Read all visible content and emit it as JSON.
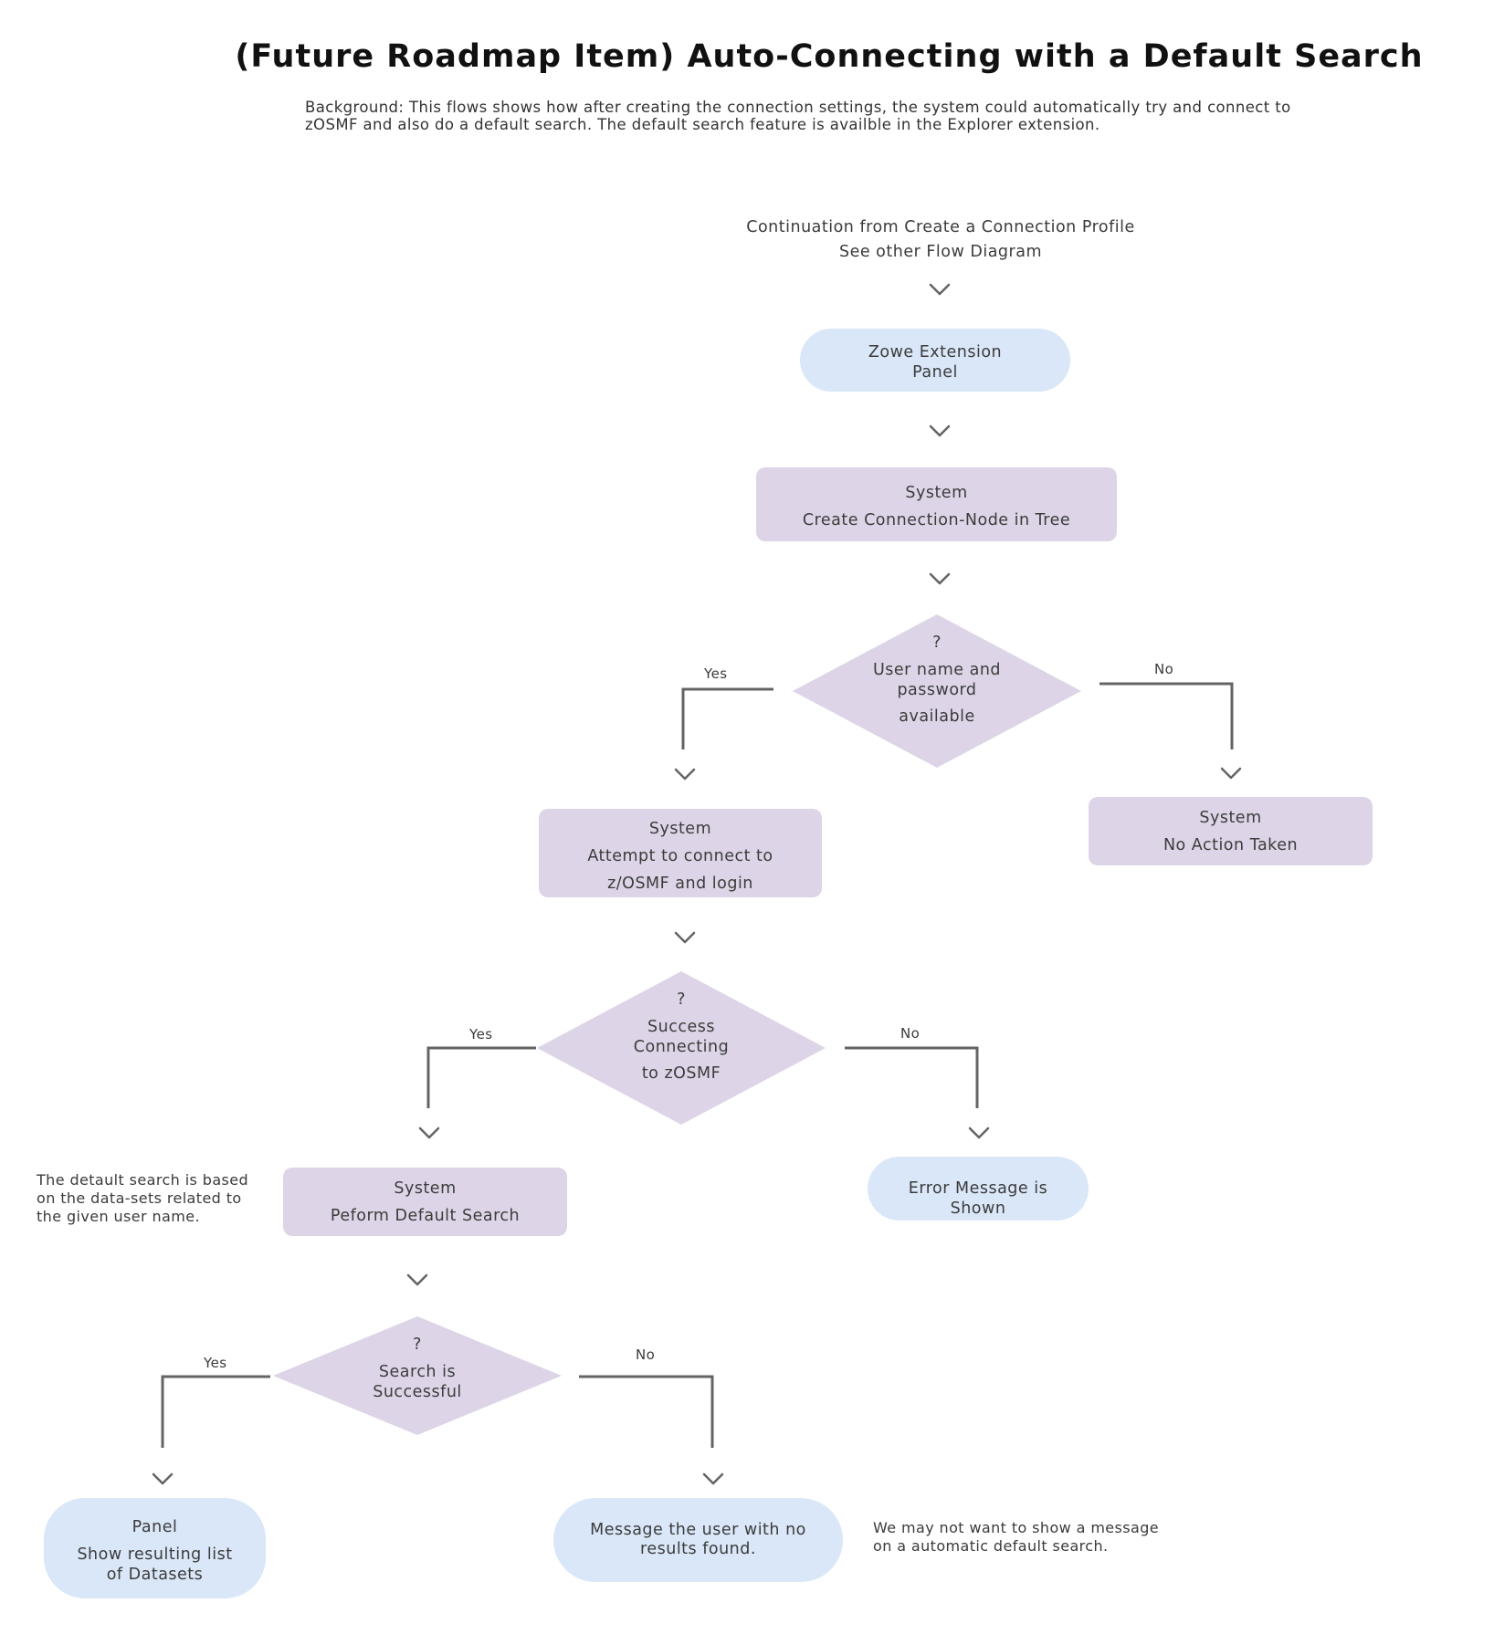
{
  "title": "(Future Roadmap Item) Auto-Connecting with a Default Search",
  "background": "Background: This flows shows how after creating the connection settings, the system could automatically try and connect to zOSMF and also do a default search. The default search feature is availble in the Explorer extension.",
  "colors": {
    "panel_fill": "#dae7f8",
    "system_fill": "#ddd5e7",
    "connector": "#646464",
    "text": "#3b3b3b"
  },
  "start": {
    "line1": "Continuation from Create a Connection Profile",
    "line2": "See other Flow Diagram"
  },
  "nodes": {
    "zowe_panel": {
      "line1": "Zowe Extension",
      "line2": "Panel"
    },
    "create_node": {
      "line1": "System",
      "line2": "Create Connection-Node in Tree"
    },
    "decision_credentials": {
      "q": "?",
      "line1": "User name and",
      "line2": "password",
      "line3": "available",
      "yes": "Yes",
      "no": "No"
    },
    "attempt_connect": {
      "line1": "System",
      "line2": "Attempt to connect to",
      "line3": "z/OSMF and login"
    },
    "no_action": {
      "line1": "System",
      "line2": "No Action Taken"
    },
    "decision_connect": {
      "q": "?",
      "line1": "Success",
      "line2": "Connecting",
      "line3": "to zOSMF",
      "yes": "Yes",
      "no": "No"
    },
    "default_search": {
      "line1": "System",
      "line2": "Peform Default Search"
    },
    "error_message": {
      "line1": "Error Message is",
      "line2": "Shown"
    },
    "decision_search": {
      "q": "?",
      "line1": "Search is",
      "line2": "Successful",
      "yes": "Yes",
      "no": "No"
    },
    "result_panel": {
      "line1": "Panel",
      "line2": "Show resulting list",
      "line3": "of Datasets"
    },
    "no_results": {
      "line1": "Message the user with no",
      "line2": "results found."
    }
  },
  "notes": {
    "default_search_note": {
      "line1": "The detault search is based",
      "line2": "on the data-sets related to",
      "line3": "the given user name."
    },
    "no_results_note": {
      "line1": "We may not want to show a message",
      "line2": "on a automatic default search."
    }
  }
}
